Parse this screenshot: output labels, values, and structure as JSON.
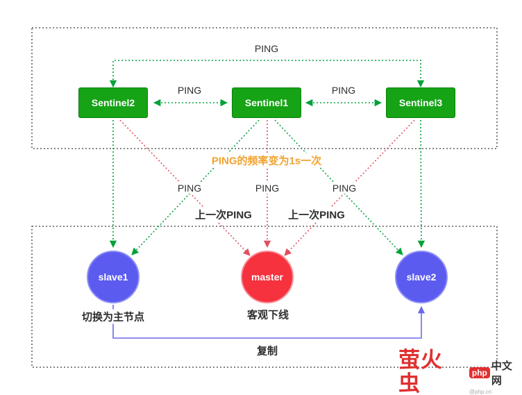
{
  "sentinel_group": {
    "ping_top": "PING",
    "ping_between_left": "PING",
    "ping_between_right": "PING",
    "sentinels": [
      {
        "label": "Sentinel2"
      },
      {
        "label": "Sentinel1"
      },
      {
        "label": "Sentinel3"
      }
    ]
  },
  "middle_labels": {
    "ping_frequency_note": "PING的频率变为1s一次",
    "ping_left": "PING",
    "ping_center": "PING",
    "ping_right": "PING",
    "last_ping_left": "上一次PING",
    "last_ping_right": "上一次PING"
  },
  "node_group": {
    "nodes": [
      {
        "label": "slave1",
        "role": "slave"
      },
      {
        "label": "master",
        "role": "master"
      },
      {
        "label": "slave2",
        "role": "slave"
      }
    ],
    "switch_to_master_label": "切换为主节点",
    "objective_offline_label": "客观下线",
    "replicate_label": "复制"
  },
  "watermark": {
    "author": "萤火虫",
    "brand_badge": "php",
    "brand_suffix": "中文网",
    "sub_text": "@php.cn"
  },
  "colors": {
    "sentinel_green": "#16a316",
    "slave_blue": "#5b5bf0",
    "master_red": "#f5323e",
    "green_line": "#00a23a",
    "red_line": "#e05060",
    "blue_line": "#6a6ae8",
    "orange_text": "#f0a330",
    "watermark_red": "#e03030"
  }
}
